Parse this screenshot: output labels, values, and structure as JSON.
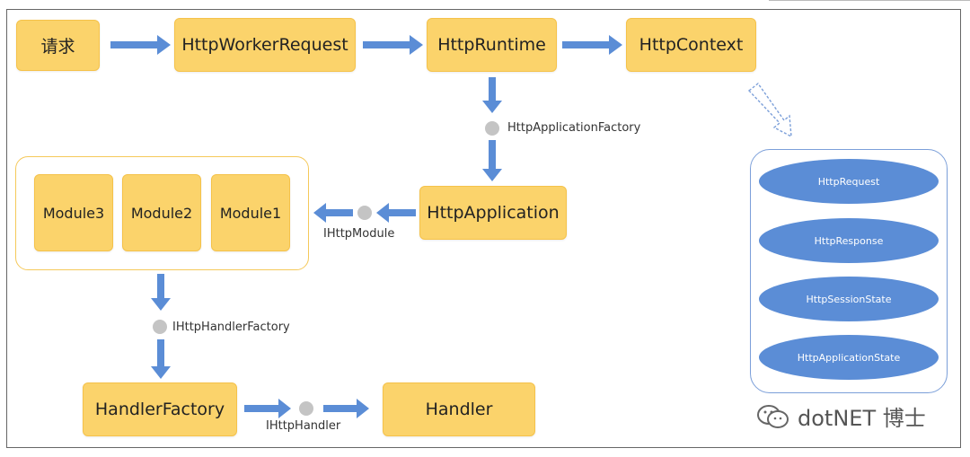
{
  "nodes": {
    "request": "请求",
    "worker_request": "HttpWorkerRequest",
    "runtime": "HttpRuntime",
    "context": "HttpContext",
    "application": "HttpApplication",
    "module3": "Module3",
    "module2": "Module2",
    "module1": "Module1",
    "handler_factory": "HandlerFactory",
    "handler": "Handler"
  },
  "interfaces": {
    "app_factory": "HttpApplicationFactory",
    "http_module": "IHttpModule",
    "handler_factory": "IHttpHandlerFactory",
    "http_handler": "IHttpHandler"
  },
  "context_members": [
    "HttpRequest",
    "HttpResponse",
    "HttpSessionState",
    "HttpApplicationState"
  ],
  "watermark": "dotNET 博士",
  "colors": {
    "box_fill": "#fbd36b",
    "arrow": "#5b8dd6",
    "ellipse": "#5b8dd6",
    "dot": "#c4c4c4"
  }
}
